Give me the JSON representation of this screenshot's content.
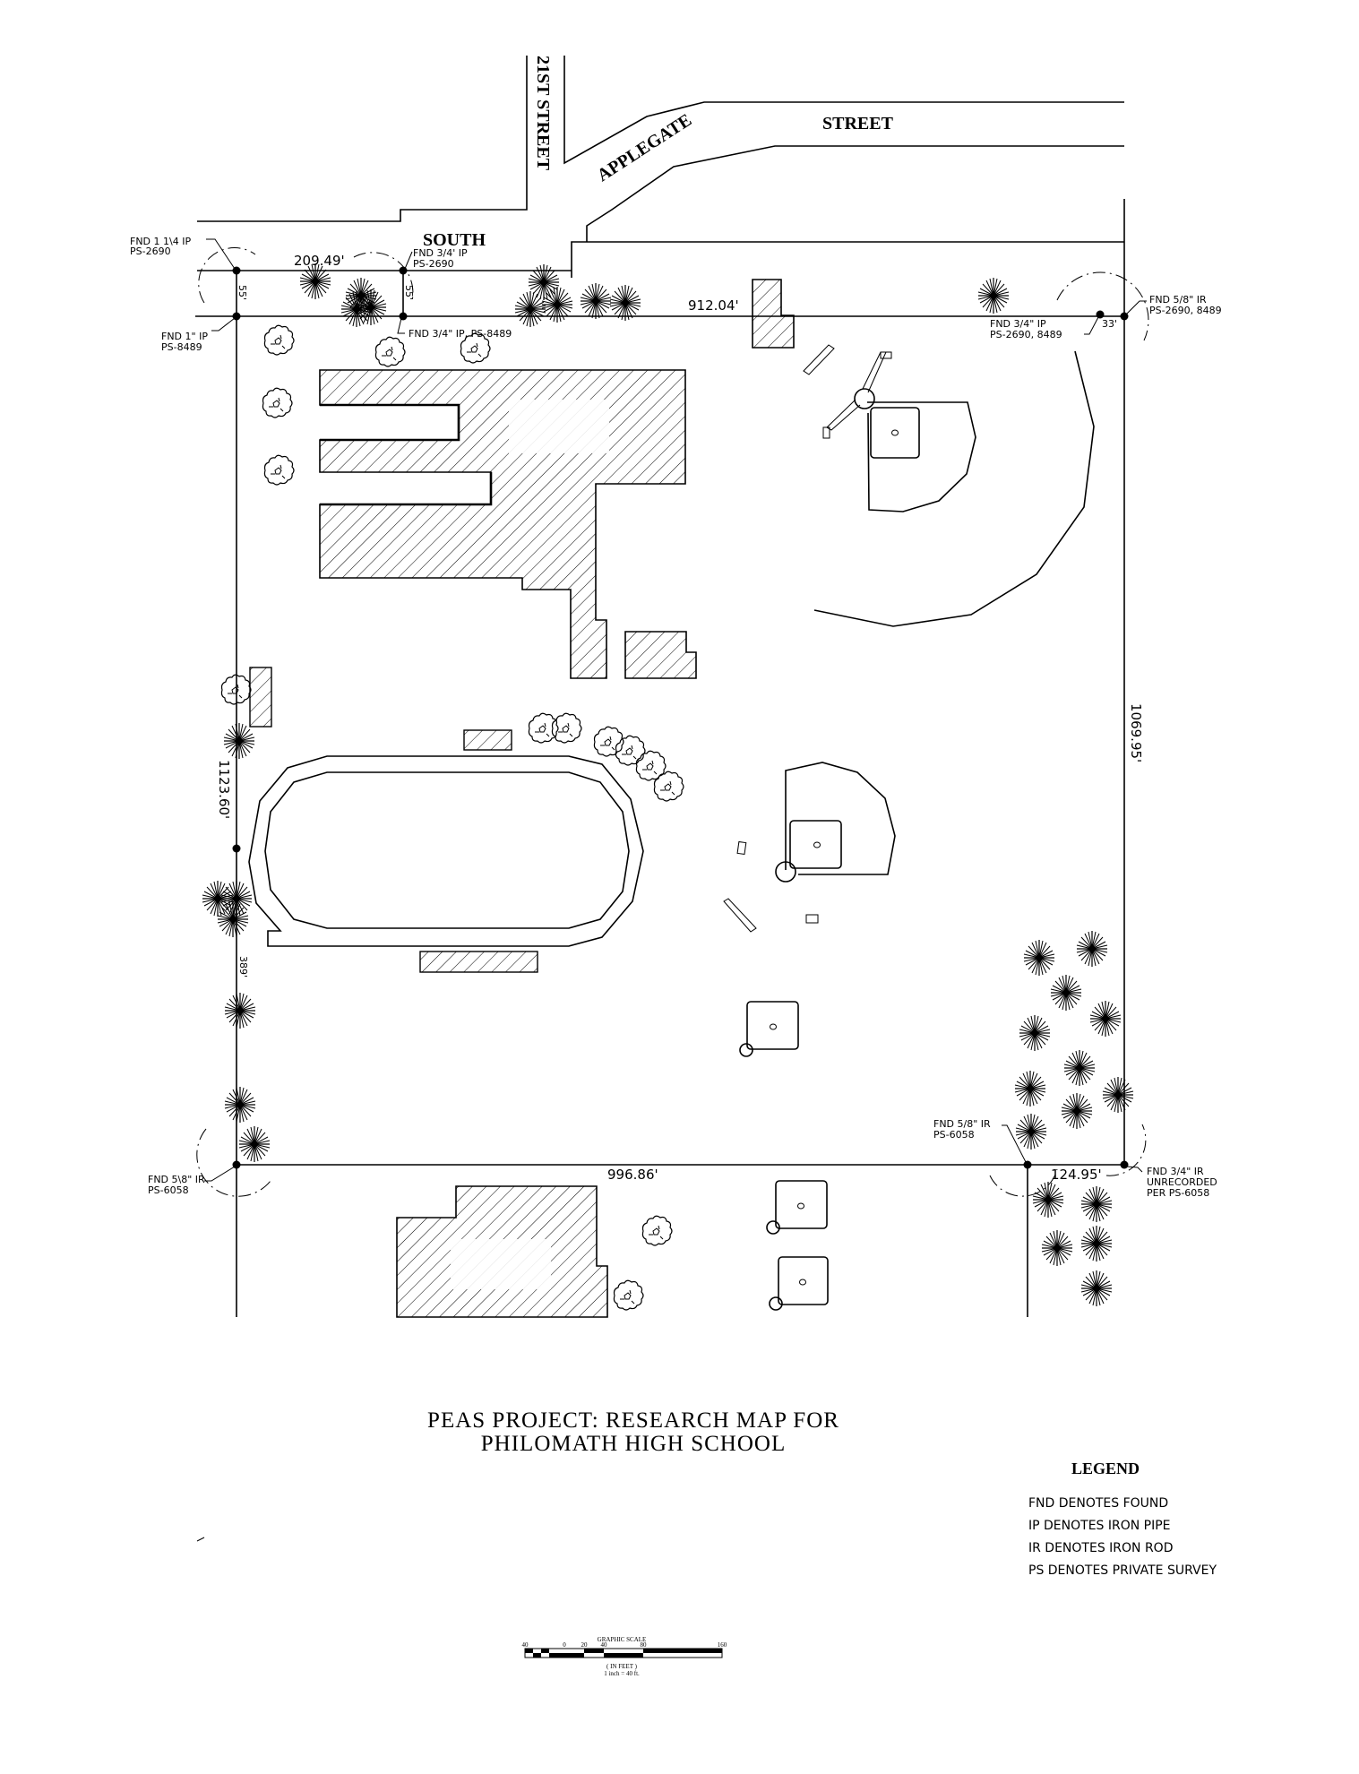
{
  "map": {
    "title_line1": "PEAS PROJECT: RESEARCH MAP FOR",
    "title_line2": "PHILOMATH HIGH SCHOOL"
  },
  "streets": {
    "twenty_first": "21ST STREET",
    "applegate": "APPLEGATE",
    "street": "STREET",
    "south": "SOUTH"
  },
  "dimensions": {
    "north_west_segment": "209.49'",
    "north_main": "912.04'",
    "north_offset_left": "55'",
    "north_offset_mid": "55'",
    "north_offset_right": "33'",
    "east": "1069.95'",
    "west": "1123.60'",
    "west_partial": "389'",
    "south": "996.86'",
    "south_east_segment": "124.95'"
  },
  "monuments": [
    {
      "id": "nw-corner",
      "line1": "FND 1 1\\4 IP",
      "line2": "PS-2690"
    },
    {
      "id": "nw-inner",
      "line1": "FND 1\" IP",
      "line2": "PS-8489"
    },
    {
      "id": "n-mid-upper",
      "line1": "FND 3/4' IP",
      "line2": "PS-2690"
    },
    {
      "id": "n-mid-lower",
      "line1": "FND 3/4\" IP, PS-8489",
      "line2": ""
    },
    {
      "id": "ne-inner",
      "line1": "FND 3/4\" IP",
      "line2": "PS-2690, 8489"
    },
    {
      "id": "ne-corner",
      "line1": "FND 5/8\" IR",
      "line2": "PS-2690, 8489"
    },
    {
      "id": "sw-corner",
      "line1": "FND 5\\8\" IR",
      "line2": "PS-6058"
    },
    {
      "id": "se-inner",
      "line1": "FND 5/8\" IR",
      "line2": "PS-6058"
    },
    {
      "id": "se-corner",
      "line1": "FND 3/4\" IR",
      "line2": "UNRECORDED",
      "line3": "PER PS-6058"
    }
  ],
  "legend": {
    "heading": "LEGEND",
    "items": [
      "FND DENOTES FOUND",
      "IP DENOTES IRON PIPE",
      "IR DENOTES IRON ROD",
      "PS DENOTES PRIVATE SURVEY"
    ]
  },
  "graphic_scale": {
    "title": "GRAPHIC SCALE",
    "ticks": [
      "40",
      "0",
      "20",
      "40",
      "80",
      "160"
    ],
    "unit_line": "( IN FEET )",
    "ratio_line": "1 inch = 40 ft."
  }
}
